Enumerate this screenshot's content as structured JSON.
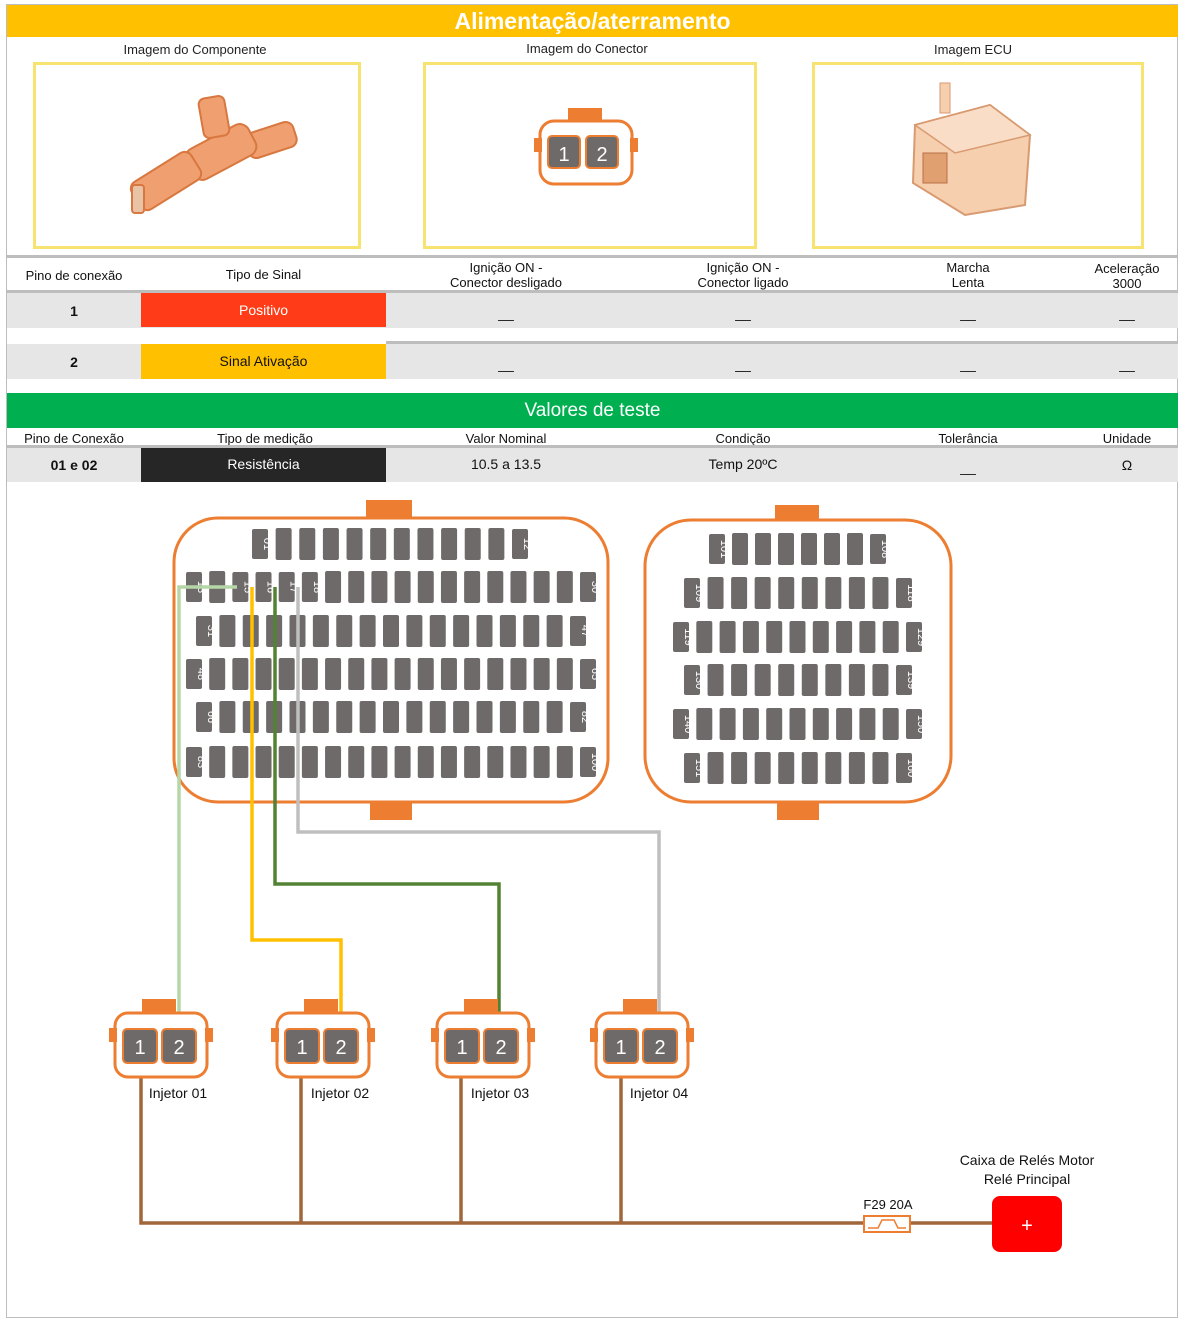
{
  "title": "Alimentação/aterramento",
  "images": {
    "component_label": "Imagem do Componente",
    "connector_label": "Imagem do Conector",
    "ecu_label": "Imagem ECU"
  },
  "connector_preview": {
    "pins": [
      "1",
      "2"
    ]
  },
  "signal_table": {
    "headers": {
      "pin": "Pino de conexão",
      "signal": "Tipo de Sinal",
      "ign_off_line1": "Ignição ON -",
      "ign_off_line2": "Conector desligado",
      "ign_on_line1": "Ignição ON -",
      "ign_on_line2": "Conector ligado",
      "idle_line1": "Marcha",
      "idle_line2": "Lenta",
      "accel_line1": "Aceleração",
      "accel_line2": "3000"
    },
    "rows": [
      {
        "pin": "1",
        "signal": "Positivo",
        "signal_color": "#ff3c17",
        "ign_off": "__",
        "ign_on": "__",
        "idle": "__",
        "accel": "__"
      },
      {
        "pin": "2",
        "signal": "Sinal Ativação",
        "signal_color": "#ffc000",
        "ign_off": "__",
        "ign_on": "__",
        "idle": "__",
        "accel": "__"
      }
    ]
  },
  "test_values": {
    "title": "Valores de teste",
    "headers": {
      "pin": "Pino de Conexão",
      "measure": "Tipo de medição",
      "nominal": "Valor Nominal",
      "condition": "Condição",
      "tolerance": "Tolerância",
      "unit": "Unidade"
    },
    "row": {
      "pin": "01 e 02",
      "measure": "Resistência",
      "nominal": "10.5 a 13.5",
      "condition": "Temp 20ºC",
      "tolerance": "__",
      "unit": "Ω"
    }
  },
  "ecu_connector_a": {
    "labels": [
      "01",
      "12",
      "13",
      "15",
      "16",
      "17",
      "18",
      "30",
      "31",
      "47",
      "48",
      "65",
      "66",
      "82",
      "83",
      "100"
    ]
  },
  "ecu_connector_b": {
    "labels": [
      "101",
      "108",
      "109",
      "118",
      "119",
      "129",
      "130",
      "139",
      "140",
      "150",
      "151",
      "160"
    ]
  },
  "injectors": [
    {
      "name": "Injetor 01",
      "pin1": "1",
      "pin2": "2"
    },
    {
      "name": "Injetor 02",
      "pin1": "1",
      "pin2": "2"
    },
    {
      "name": "Injetor 03",
      "pin1": "1",
      "pin2": "2"
    },
    {
      "name": "Injetor 04",
      "pin1": "1",
      "pin2": "2"
    }
  ],
  "fuse": {
    "label": "F29 20A"
  },
  "relay": {
    "label_line1": "Caixa de Relés Motor",
    "label_line2": "Relé Principal",
    "symbol": "+"
  },
  "colors": {
    "orange": "#ed7d31",
    "pin_gray": "#6f6a6a",
    "wire_inj1": "#b5d6a7",
    "wire_inj2": "#ffc000",
    "wire_inj3": "#548235",
    "wire_inj4": "#bfbfbf",
    "wire_common": "#a0673a",
    "relay_red": "#ff0000"
  }
}
